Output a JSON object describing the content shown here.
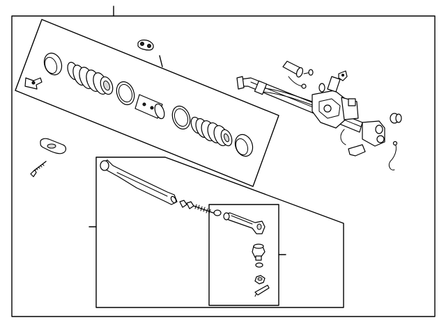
{
  "diagram": {
    "outer_frame": "assembly-frame",
    "callout_count": 4,
    "groups": [
      {
        "id": "boot-kit",
        "parts": [
          "boot-clamp",
          "bellows-boot",
          "band-clamp",
          "center-sleeve",
          "band-clamp",
          "bellows-boot",
          "boot-clamp"
        ]
      },
      {
        "id": "tie-rod-kit",
        "parts": [
          "inner-tie-rod",
          "jam-nut",
          "tie-rod-end-kit"
        ]
      },
      {
        "id": "tie-rod-end-kit",
        "parts": [
          "tie-rod-end",
          "ball-joint-boot",
          "clip",
          "castle-nut",
          "cotter-pin"
        ]
      }
    ]
  }
}
